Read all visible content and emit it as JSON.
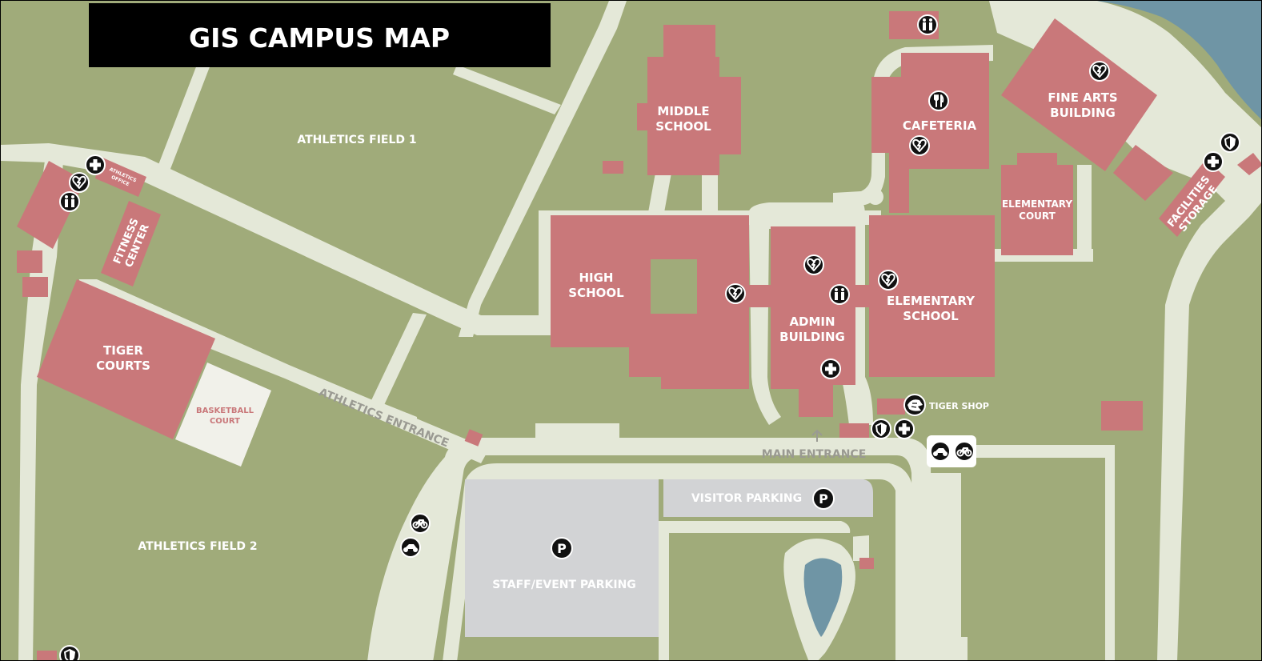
{
  "title": "GIS CAMPUS MAP",
  "colors": {
    "grass": "#a0ab7a",
    "path": "#e4e8d8",
    "building": "#c9787a",
    "parking": "#d2d3d5",
    "water": "#6f95a5",
    "icon": "#111111",
    "title_bg": "#000000"
  },
  "labels": {
    "athletics_field_1": "ATHLETICS FIELD 1",
    "athletics_field_2": "ATHLETICS FIELD 2",
    "middle_school": [
      "MIDDLE",
      "SCHOOL"
    ],
    "cafeteria": "CAFETERIA",
    "fine_arts": [
      "FINE ARTS",
      "BUILDING"
    ],
    "elementary_court": [
      "ELEMENTARY",
      "COURT"
    ],
    "facilities_storage": [
      "FACILITIES",
      "STORAGE"
    ],
    "high_school": [
      "HIGH",
      "SCHOOL"
    ],
    "admin_building": [
      "ADMIN",
      "BUILDING"
    ],
    "elementary_school": [
      "ELEMENTARY",
      "SCHOOL"
    ],
    "tiger_courts": [
      "TIGER",
      "COURTS"
    ],
    "basketball_court": [
      "BASKETBALL",
      "COURT"
    ],
    "fitness_center": [
      "FITNESS",
      "CENTER"
    ],
    "athletics_office": [
      "ATHLETICS",
      "OFFICE"
    ],
    "tiger_shop": "TIGER SHOP",
    "athletics_entrance": "ATHLETICS ENTRANCE",
    "main_entrance": "MAIN ENTRANCE",
    "visitor_parking": "VISITOR PARKING",
    "staff_event_parking": "STAFF/EVENT PARKING"
  },
  "icon_legend": {
    "aed": "heart-defibrillator-icon",
    "restroom": "restroom-icon",
    "first_aid": "first-aid-cross-icon",
    "security": "security-shield-icon",
    "dining": "fork-knife-icon",
    "parking": "parking-icon",
    "parking_glyph": "P",
    "bike": "bicycle-icon",
    "motorcycle": "motorcycle-icon",
    "tiger": "tiger-logo-icon",
    "arrow": "up-arrow-icon"
  }
}
